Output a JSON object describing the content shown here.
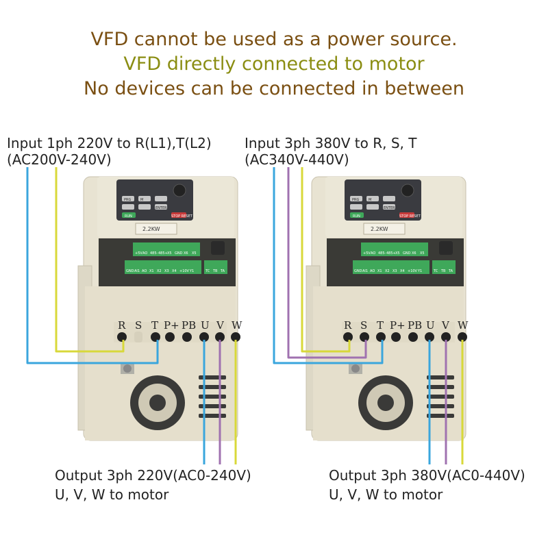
{
  "headline": {
    "line1": "VFD cannot be used as a power source.",
    "line2": "VFD directly connected to motor",
    "line3": "No devices can be connected in between"
  },
  "colors": {
    "headline_brown": "#7a4f12",
    "headline_olive": "#8a8d12",
    "wire_blue": "#3aa6dd",
    "wire_yellow": "#d8d83a",
    "wire_purple": "#a072b0",
    "housing": "#e8e3d2",
    "terminal_green": "#3fa85a"
  },
  "left_unit": {
    "input_line1": "Input 1ph 220V to R(L1),T(L2)",
    "input_line2": "(AC200V-240V)",
    "output_line1": "Output 3ph 220V(AC0-240V)",
    "output_line2": "U, V, W to motor",
    "rating": "2.2KW",
    "terminals": [
      "R",
      "S",
      "T",
      "P+",
      "PB",
      "U",
      "V",
      "W"
    ]
  },
  "right_unit": {
    "input_line1": "Input 3ph 380V to R, S, T",
    "input_line2": "(AC340V-440V)",
    "output_line1": "Output 3ph 380V(AC0-440V)",
    "output_line2": "U, V, W to motor",
    "rating": "2.2KW",
    "terminals": [
      "R",
      "S",
      "T",
      "P+",
      "PB",
      "U",
      "V",
      "W"
    ]
  },
  "keypad": {
    "keys": [
      "PRG",
      "M",
      "ENTER",
      "RUN",
      "STOP RESET"
    ]
  },
  "control_terminals": {
    "top_row": [
      "+5V",
      "AO",
      "485-",
      "485+",
      "X5",
      "GND",
      "X6",
      "X5"
    ],
    "bottom_row": [
      "GND",
      "AI1",
      "AO",
      "X1",
      "X2",
      "X3",
      "X4",
      "+10V",
      "Y1"
    ],
    "relay": [
      "TC",
      "TB",
      "TA"
    ]
  }
}
